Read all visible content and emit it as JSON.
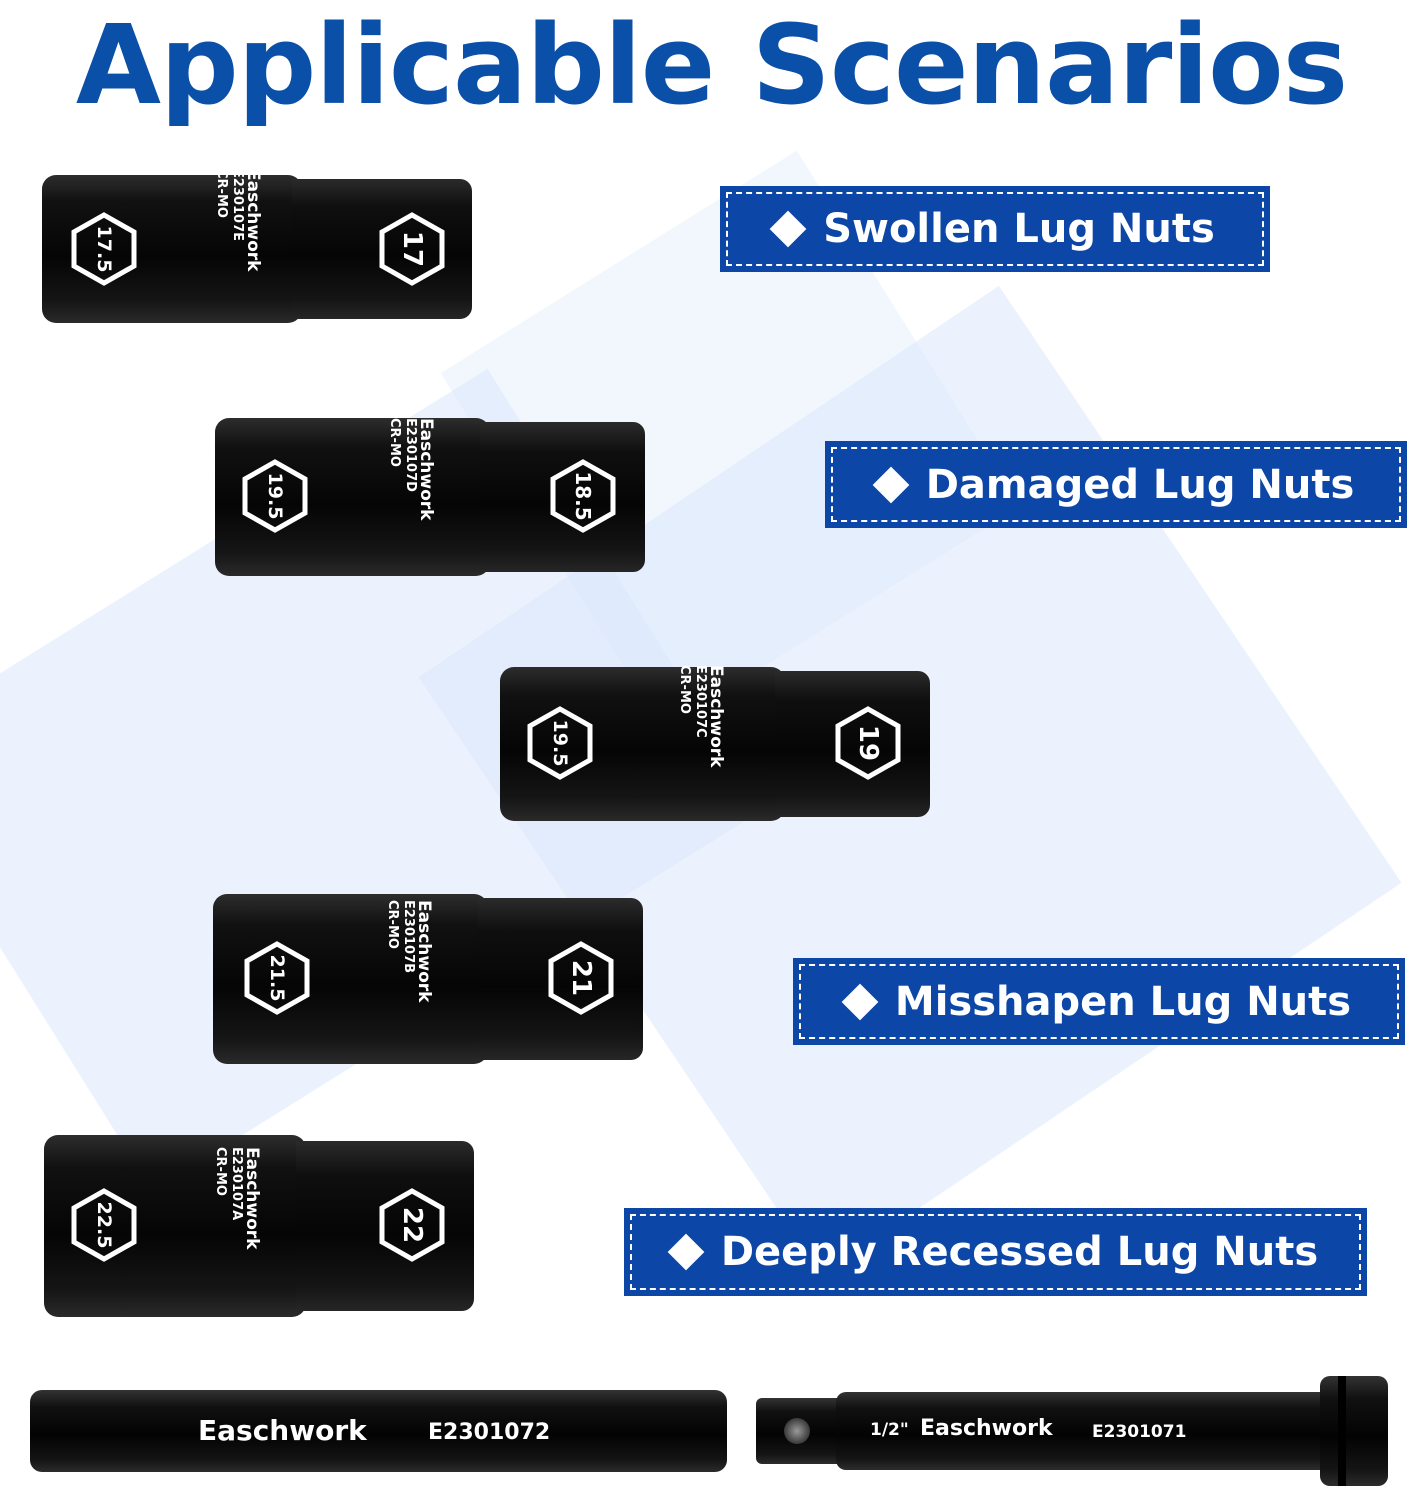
{
  "title": "Applicable Scenarios",
  "colors": {
    "brand_blue": "#0a4fa8",
    "label_blue": "#0c46a6",
    "socket_black": "#0a0a0a",
    "background_tint": "#dbe8fb"
  },
  "sockets": [
    {
      "left_size": "17.5",
      "right_size": "17",
      "brand": "Easchwork",
      "code": "E230107E",
      "material": "CR-MO"
    },
    {
      "left_size": "19.5",
      "right_size": "18.5",
      "brand": "Easchwork",
      "code": "E230107D",
      "material": "CR-MO"
    },
    {
      "left_size": "19.5",
      "right_size": "19",
      "brand": "Easchwork",
      "code": "E230107C",
      "material": "CR-MO"
    },
    {
      "left_size": "21.5",
      "right_size": "21",
      "brand": "Easchwork",
      "code": "E230107B",
      "material": "CR-MO"
    },
    {
      "left_size": "22.5",
      "right_size": "22",
      "brand": "Easchwork",
      "code": "E230107A",
      "material": "CR-MO"
    }
  ],
  "scenarios": [
    {
      "label": "Swollen Lug Nuts",
      "icon": "diamond-icon"
    },
    {
      "label": "Damaged Lug Nuts",
      "icon": "diamond-icon"
    },
    {
      "label": "Misshapen Lug Nuts",
      "icon": "diamond-icon"
    },
    {
      "label": "Deeply Recessed Lug Nuts",
      "icon": "diamond-icon"
    }
  ],
  "tools": {
    "socket_bar": {
      "brand": "Easchwork",
      "code": "E2301072"
    },
    "extension_bar": {
      "drive": "1/2\"",
      "brand": "Easchwork",
      "code": "E2301071"
    }
  }
}
